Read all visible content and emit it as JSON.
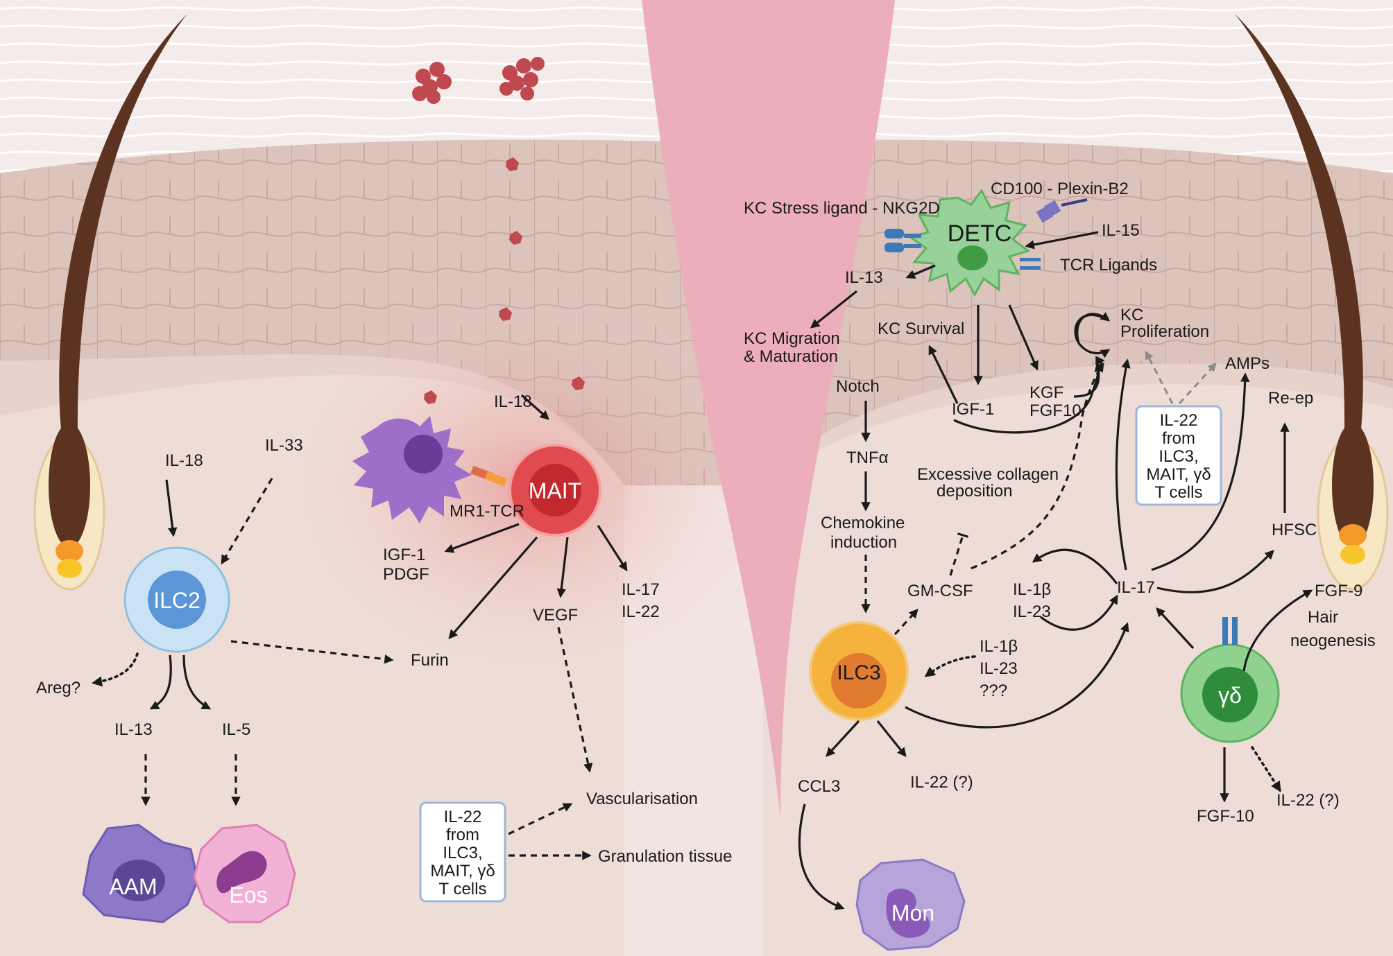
{
  "cells": {
    "ilc2": "ILC2",
    "mait": "MAIT",
    "detc": "DETC",
    "ilc3": "ILC3",
    "gd": "γδ",
    "aam": "AAM",
    "eos": "Eos",
    "mon": "Mon"
  },
  "left": {
    "il18": "IL-18",
    "il33": "IL-33",
    "areg": "Areg?",
    "il13": "IL-13",
    "il5": "IL-5",
    "furin": "Furin",
    "mait_il18": "IL-18",
    "mr1": "MR1-TCR",
    "igf1": "IGF-1",
    "pdgf": "PDGF",
    "vegf": "VEGF",
    "il17": "IL-17",
    "il22": "IL-22",
    "vasc": "Vascularisation",
    "gran": "Granulation tissue",
    "box": [
      "IL-22",
      "from",
      "ILC3,",
      "MAIT,  γδ",
      "T cells"
    ]
  },
  "right": {
    "cd100": "CD100 - Plexin-B2",
    "stress": "KC Stress ligand - NKG2D",
    "il15": "IL-15",
    "tcr": "TCR Ligands",
    "il13": "IL-13",
    "kc_mig_1": "KC Migration",
    "kc_mig_2": "& Maturation",
    "kc_surv": "KC Survival",
    "kc_prol_1": "KC",
    "kc_prol_2": "Proliferation",
    "notch": "Notch",
    "igf1": "IGF-1",
    "kgf": "KGF",
    "fgf10": "FGF10",
    "amps": "AMPs",
    "reep": "Re-ep",
    "tnfa": "TNFα",
    "coll_1": "Excessive collagen",
    "coll_2": "deposition",
    "chemo_1": "Chemokine",
    "chemo_2": "induction",
    "gmcsf": "GM-CSF",
    "il1b": "IL-1β",
    "il23": "IL-23",
    "il17": "IL-17",
    "hfsc": "HFSC",
    "fgf9": "FGF-9",
    "hair_1": "Hair",
    "hair_2": "neogenesis",
    "il1b_b": "IL-1β",
    "il23_b": "IL-23",
    "qqq": "???",
    "ccl3": "CCL3",
    "il22q": "IL-22 (?)",
    "fgf10b": "FGF-10",
    "il22q_b": "IL-22 (?)",
    "box": [
      "IL-22",
      "from",
      "ILC3,",
      "MAIT,  γδ",
      "T cells"
    ]
  }
}
